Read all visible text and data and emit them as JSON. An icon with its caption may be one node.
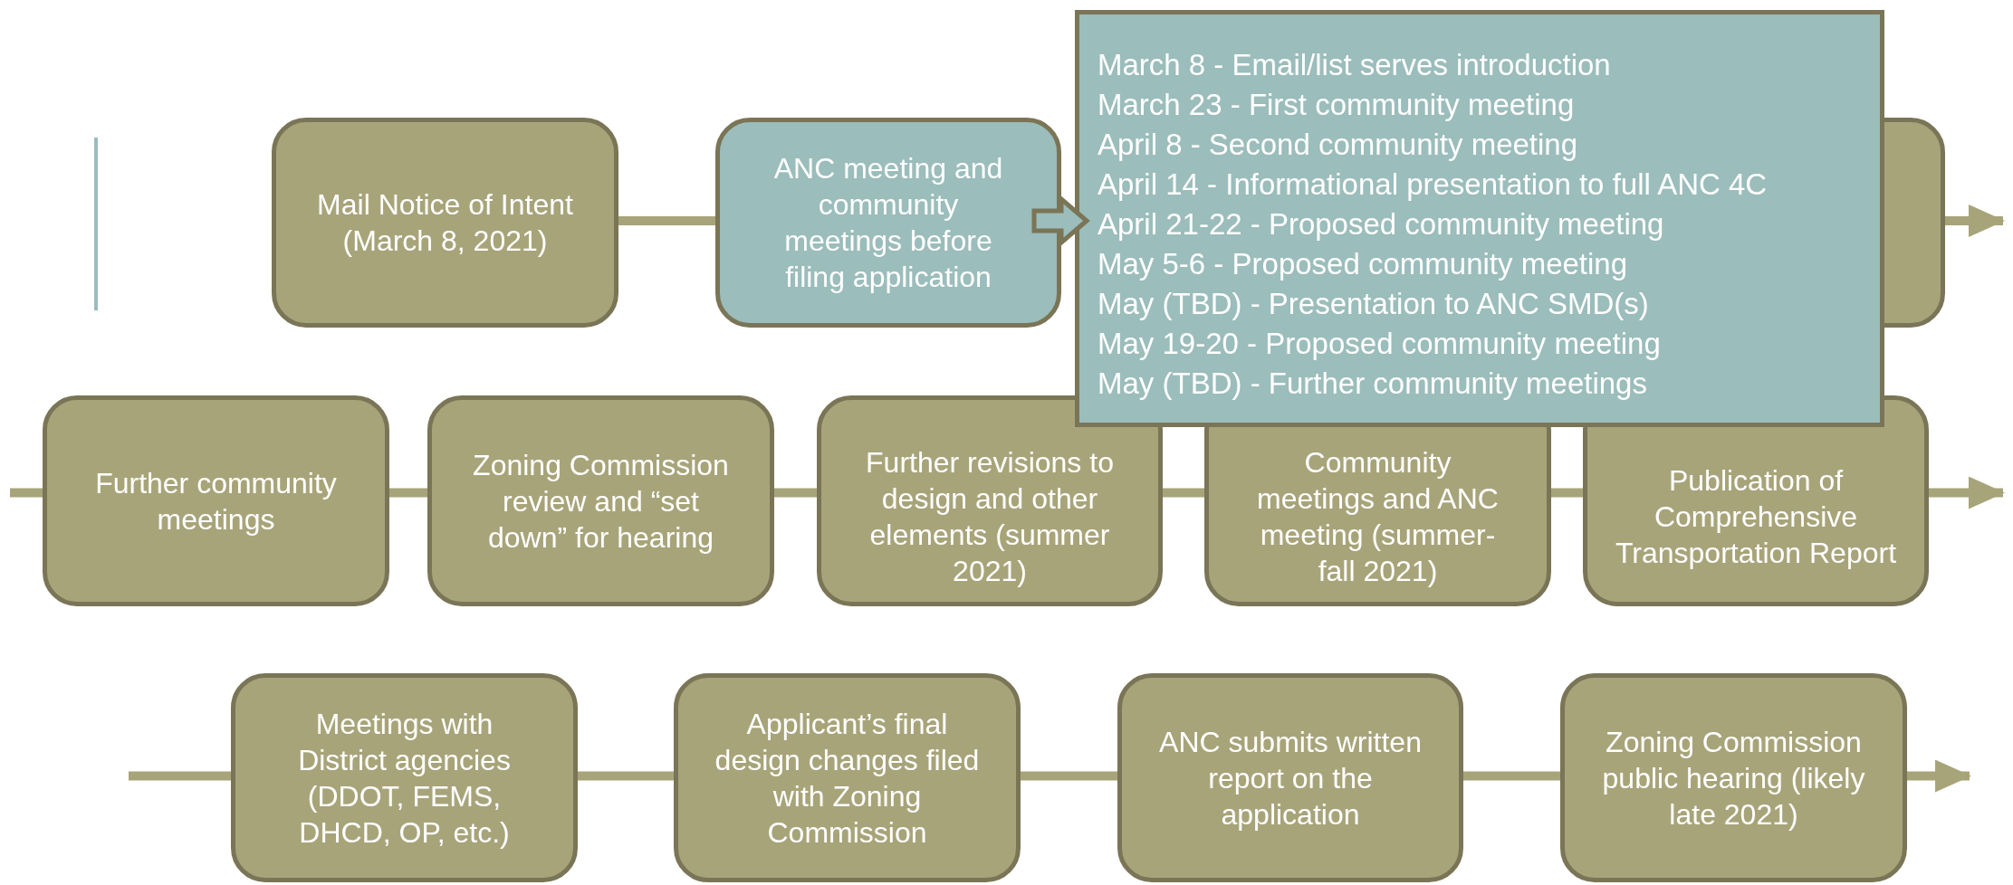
{
  "diagram": {
    "nodes": [
      {
        "text": [
          "Mail Notice of Intent (March 8, 2021)"
        ]
      },
      {
        "text": [
          "ANC meeting and community meetings before filing application"
        ]
      },
      {
        "text": [
          "March 8 - Email/list serves introduction",
          "March 23 - First community meeting",
          "April 8 - Second community meeting",
          "April 14 - Informational presentation to full ANC 4C",
          "April 21-22 - Proposed community meeting",
          "May 5-6 - Proposed community meeting",
          "May (TBD) - Presentation to ANC SMD(s)",
          "May 19-20 - Proposed community meeting",
          "May (TBD) - Further community meetings"
        ]
      },
      {
        "text": [],
        "shape": "box"
      },
      {
        "text": [
          "Further community meetings"
        ]
      },
      {
        "text": [
          "Zoning Commission review and “set down” for hearing"
        ]
      },
      {
        "text": [
          "Further revisions to design and other elements (summer 2021)"
        ]
      },
      {
        "text": [
          "Community meetings and ANC meeting (summer-fall 2021)"
        ]
      },
      {
        "text": [
          "Publication of Comprehensive Transportation Report"
        ]
      },
      {
        "text": [
          "Meetings with District agencies (DDOT, FEMS, DHCD, OP, etc.)"
        ]
      },
      {
        "text": [
          "Applicant’s final design changes filed with Zoning Commission"
        ]
      },
      {
        "text": [
          "ANC submits written report on the application"
        ]
      },
      {
        "text": [
          "Zoning Commission public hearing (likely late 2021)"
        ]
      }
    ],
    "edges": [
      {
        "from": 0,
        "to": 1,
        "arrow": "none"
      },
      {
        "from": 1,
        "to": 2,
        "arrow": "to",
        "style": "thick",
        "color": "#9bbdbb"
      },
      {
        "from": 3,
        "to": null,
        "arrow": "to"
      },
      {
        "from": null,
        "to": 4,
        "arrow": "none"
      },
      {
        "from": 4,
        "to": 5,
        "arrow": "none"
      },
      {
        "from": 5,
        "to": 6,
        "arrow": "none"
      },
      {
        "from": 6,
        "to": 7,
        "arrow": "none"
      },
      {
        "from": 7,
        "to": 8,
        "arrow": "none"
      },
      {
        "from": 8,
        "to": null,
        "arrow": "to"
      },
      {
        "from": null,
        "to": 9,
        "arrow": "none"
      },
      {
        "from": 9,
        "to": 10,
        "arrow": "none"
      },
      {
        "from": 10,
        "to": 11,
        "arrow": "none"
      },
      {
        "from": 11,
        "to": 12,
        "arrow": "none"
      },
      {
        "from": 12,
        "to": null,
        "arrow": "to"
      }
    ]
  }
}
